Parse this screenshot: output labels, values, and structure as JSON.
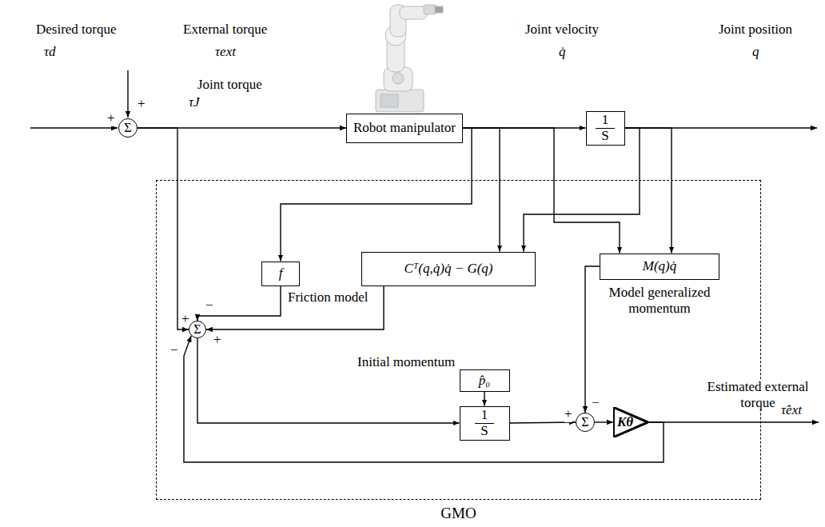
{
  "diagram": {
    "nodes": [
      {
        "text": [
          "GMO"
        ]
      },
      {
        "text": [
          "Σ"
        ]
      },
      {
        "text": [
          "Robot manipulator"
        ]
      },
      {
        "text": [
          "1",
          "S"
        ]
      },
      {
        "text": [
          "f"
        ],
        "in": 0
      },
      {
        "text": [
          "Cᵀ(q,q̇)q̇ − G(q)"
        ],
        "in": 0
      },
      {
        "text": [
          "M(q)q̇"
        ],
        "in": 0
      },
      {
        "text": [
          "Σ"
        ],
        "in": 0
      },
      {
        "text": [
          "p̂₀"
        ],
        "in": 0
      },
      {
        "text": [
          "1",
          "S"
        ],
        "in": 0
      },
      {
        "text": [
          "Σ"
        ],
        "in": 0
      },
      {
        "text": [
          "Kθ"
        ],
        "in": 0
      }
    ],
    "edges": [
      {
        "from": 1,
        "to": 2,
        "arrow": "to"
      },
      {
        "from": 2,
        "to": 3,
        "arrow": "to"
      },
      {
        "from": 2,
        "to": 4,
        "arrow": "to"
      },
      {
        "from": 2,
        "to": 5,
        "arrow": "to"
      },
      {
        "from": 3,
        "to": 5,
        "arrow": "to"
      },
      {
        "from": 2,
        "to": 6,
        "arrow": "to"
      },
      {
        "from": 3,
        "to": 6,
        "arrow": "to"
      },
      {
        "from": 1,
        "to": 7,
        "arrow": "to"
      },
      {
        "from": 4,
        "to": 7,
        "arrow": "to"
      },
      {
        "from": 5,
        "to": 7,
        "arrow": "to"
      },
      {
        "from": 7,
        "to": 9,
        "arrow": "to"
      },
      {
        "from": 8,
        "to": 9,
        "arrow": "to"
      },
      {
        "from": 9,
        "to": 10,
        "arrow": "to"
      },
      {
        "from": 6,
        "to": 10,
        "arrow": "to"
      },
      {
        "from": 10,
        "to": 11,
        "arrow": "to"
      },
      {
        "from": 11,
        "to": 7,
        "arrow": "to"
      }
    ],
    "labels": [
      "Desired torque",
      "τd",
      "+",
      "External torque",
      "τext",
      "+",
      "Joint torque",
      "τJ",
      "Joint velocity",
      "q̇",
      "Joint position",
      "q",
      "+",
      "−",
      "+",
      "−",
      "Friction model",
      "Model generalized momentum",
      "Initial momentum",
      "+",
      "−",
      "Estimated external torque",
      "τ̂ext"
    ]
  }
}
